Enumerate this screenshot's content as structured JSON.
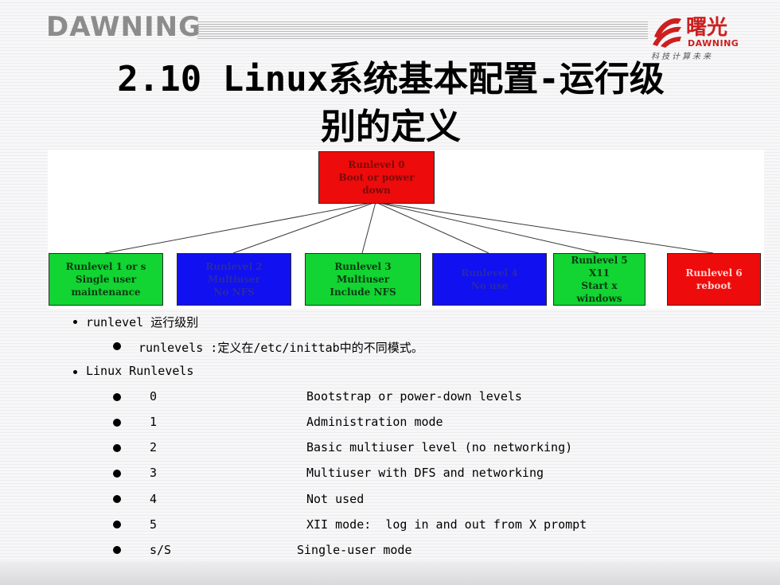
{
  "header": {
    "logo_text": "DAWNING",
    "brand_cn": "曙光",
    "brand_en": "DAWNING",
    "brand_slogan": "科技计算未来"
  },
  "title": {
    "line1": "2.10 Linux系统基本配置-运行级",
    "line2": "别的定义"
  },
  "diagram": {
    "root": "Runlevel 0\nBoot or power\ndown",
    "children": [
      "Runlevel 1 or s\nSingle user\nmaintenance",
      "Runlevel 2\nMultiuser\nNo NFS",
      "Runlevel 3\nMultiuser\nInclude NFS",
      "Runlevel 4\nNo use",
      "Runlevel 5\nX11\nStart x\nwindows",
      "Runlevel 6\nreboot"
    ],
    "colors": {
      "red": "#ee0b0b",
      "green": "#12d432",
      "blue": "#1010f0"
    }
  },
  "bullets": {
    "b1": "runlevel 运行级别",
    "b1_sub": "runlevels :定义在/etc/inittab中的不同模式。",
    "b2": "Linux Runlevels",
    "levels": [
      {
        "id": "0",
        "desc": "Bootstrap or power-down levels"
      },
      {
        "id": "1",
        "desc": "Administration mode"
      },
      {
        "id": "2",
        "desc": "Basic multiuser level (no networking)"
      },
      {
        "id": "3",
        "desc": "Multiuser with DFS and networking"
      },
      {
        "id": "4",
        "desc": "Not used"
      },
      {
        "id": "5",
        "desc": "XII mode:  log in and out from X prompt"
      },
      {
        "id": "s/S",
        "desc": "Single-user mode"
      }
    ]
  }
}
